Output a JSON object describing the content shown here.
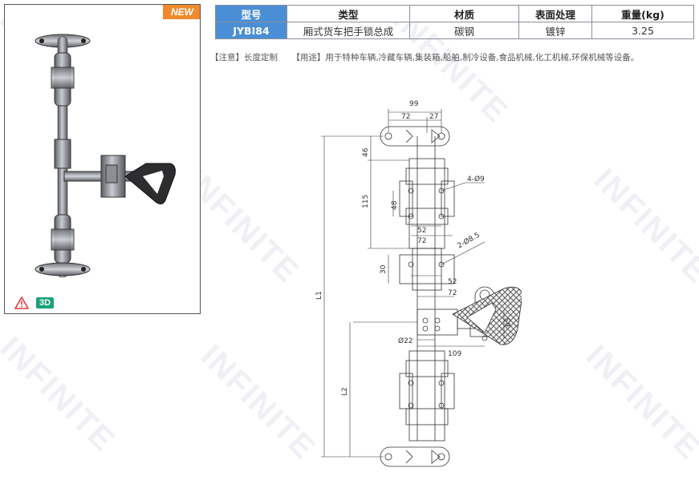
{
  "badge_new": "NEW",
  "badge_3d": "3D",
  "table": {
    "headers": [
      "型号",
      "类型",
      "材质",
      "表面处理",
      "重量(kg)"
    ],
    "row": [
      "JYBI84",
      "厢式货车把手锁总成",
      "碳钢",
      "镀锌",
      "3.25"
    ]
  },
  "note": {
    "caution": "【注意】长度定制",
    "usage": "【用途】用于特种车辆,冷藏车辆,集装箱,船舶,制冷设备,食品机械,化工机械,环保机械等设备。"
  },
  "watermark": "INFINITE",
  "dims": {
    "d99": "99",
    "d72a": "72",
    "d27": "27",
    "d46": "46",
    "d115": "115",
    "d48": "48",
    "d4o9": "4-Ø9",
    "d52a": "52",
    "d72b": "72",
    "d30": "30",
    "d2o85": "2-Ø8.5",
    "d52b": "52",
    "d72c": "72",
    "dL1": "L1",
    "d65": "65",
    "do22": "Ø22",
    "d109": "109",
    "dL2": "L2"
  },
  "colors": {
    "accent": "#4a8fd6",
    "new": "#ef8a2d",
    "badge3d": "#1aa37a",
    "warn": "#e03b3b"
  }
}
